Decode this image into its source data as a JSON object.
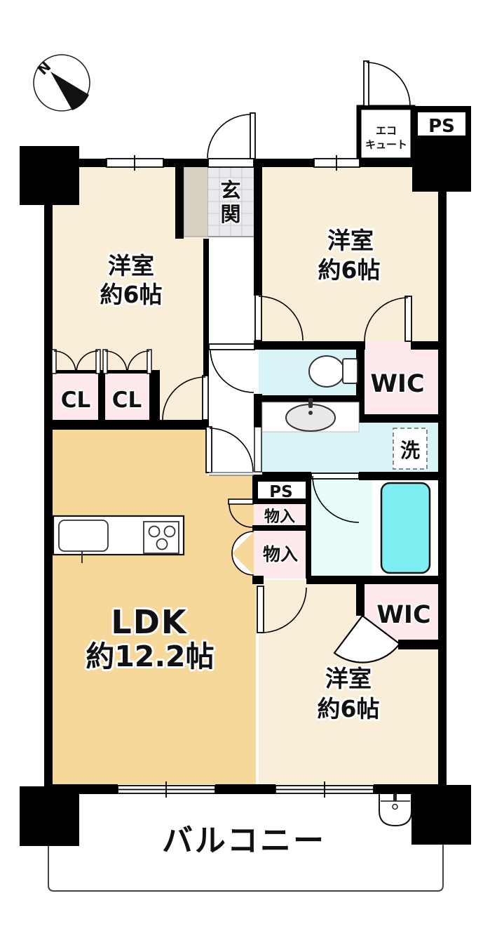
{
  "colors": {
    "wall": "#000000",
    "bedroom": "#f9efd9",
    "ldk": "#f6d89b",
    "closet": "#fde9ec",
    "wet": "#d9f4f7",
    "bath_floor": "#e8fafa",
    "tub": "#7deef2",
    "tile": "#eaeaee",
    "shoe": "#d8cfc3",
    "white": "#ffffff"
  },
  "compass": {
    "label": "N"
  },
  "rooms": {
    "bedroom_nw": {
      "name": "洋室",
      "size": "約6帖"
    },
    "bedroom_ne": {
      "name": "洋室",
      "size": "約6帖"
    },
    "bedroom_se": {
      "name": "洋室",
      "size": "約6帖"
    },
    "ldk": {
      "name": "LDK",
      "size": "約12.2帖"
    },
    "balcony": {
      "name": "バルコニー"
    },
    "entrance": {
      "chars": [
        "玄",
        "関"
      ]
    },
    "ecocute": {
      "lines": [
        "エコ",
        "キュート"
      ]
    },
    "ps_top": {
      "label": "PS"
    },
    "ps_mid": {
      "label": "PS"
    },
    "closet1": {
      "label": "CL"
    },
    "closet2": {
      "label": "CL"
    },
    "wic_top": {
      "label": "WIC"
    },
    "wic_bottom": {
      "label": "WIC"
    },
    "storage1": {
      "label": "物入"
    },
    "storage2": {
      "label": "物入"
    },
    "laundry": {
      "label": "洗"
    }
  }
}
